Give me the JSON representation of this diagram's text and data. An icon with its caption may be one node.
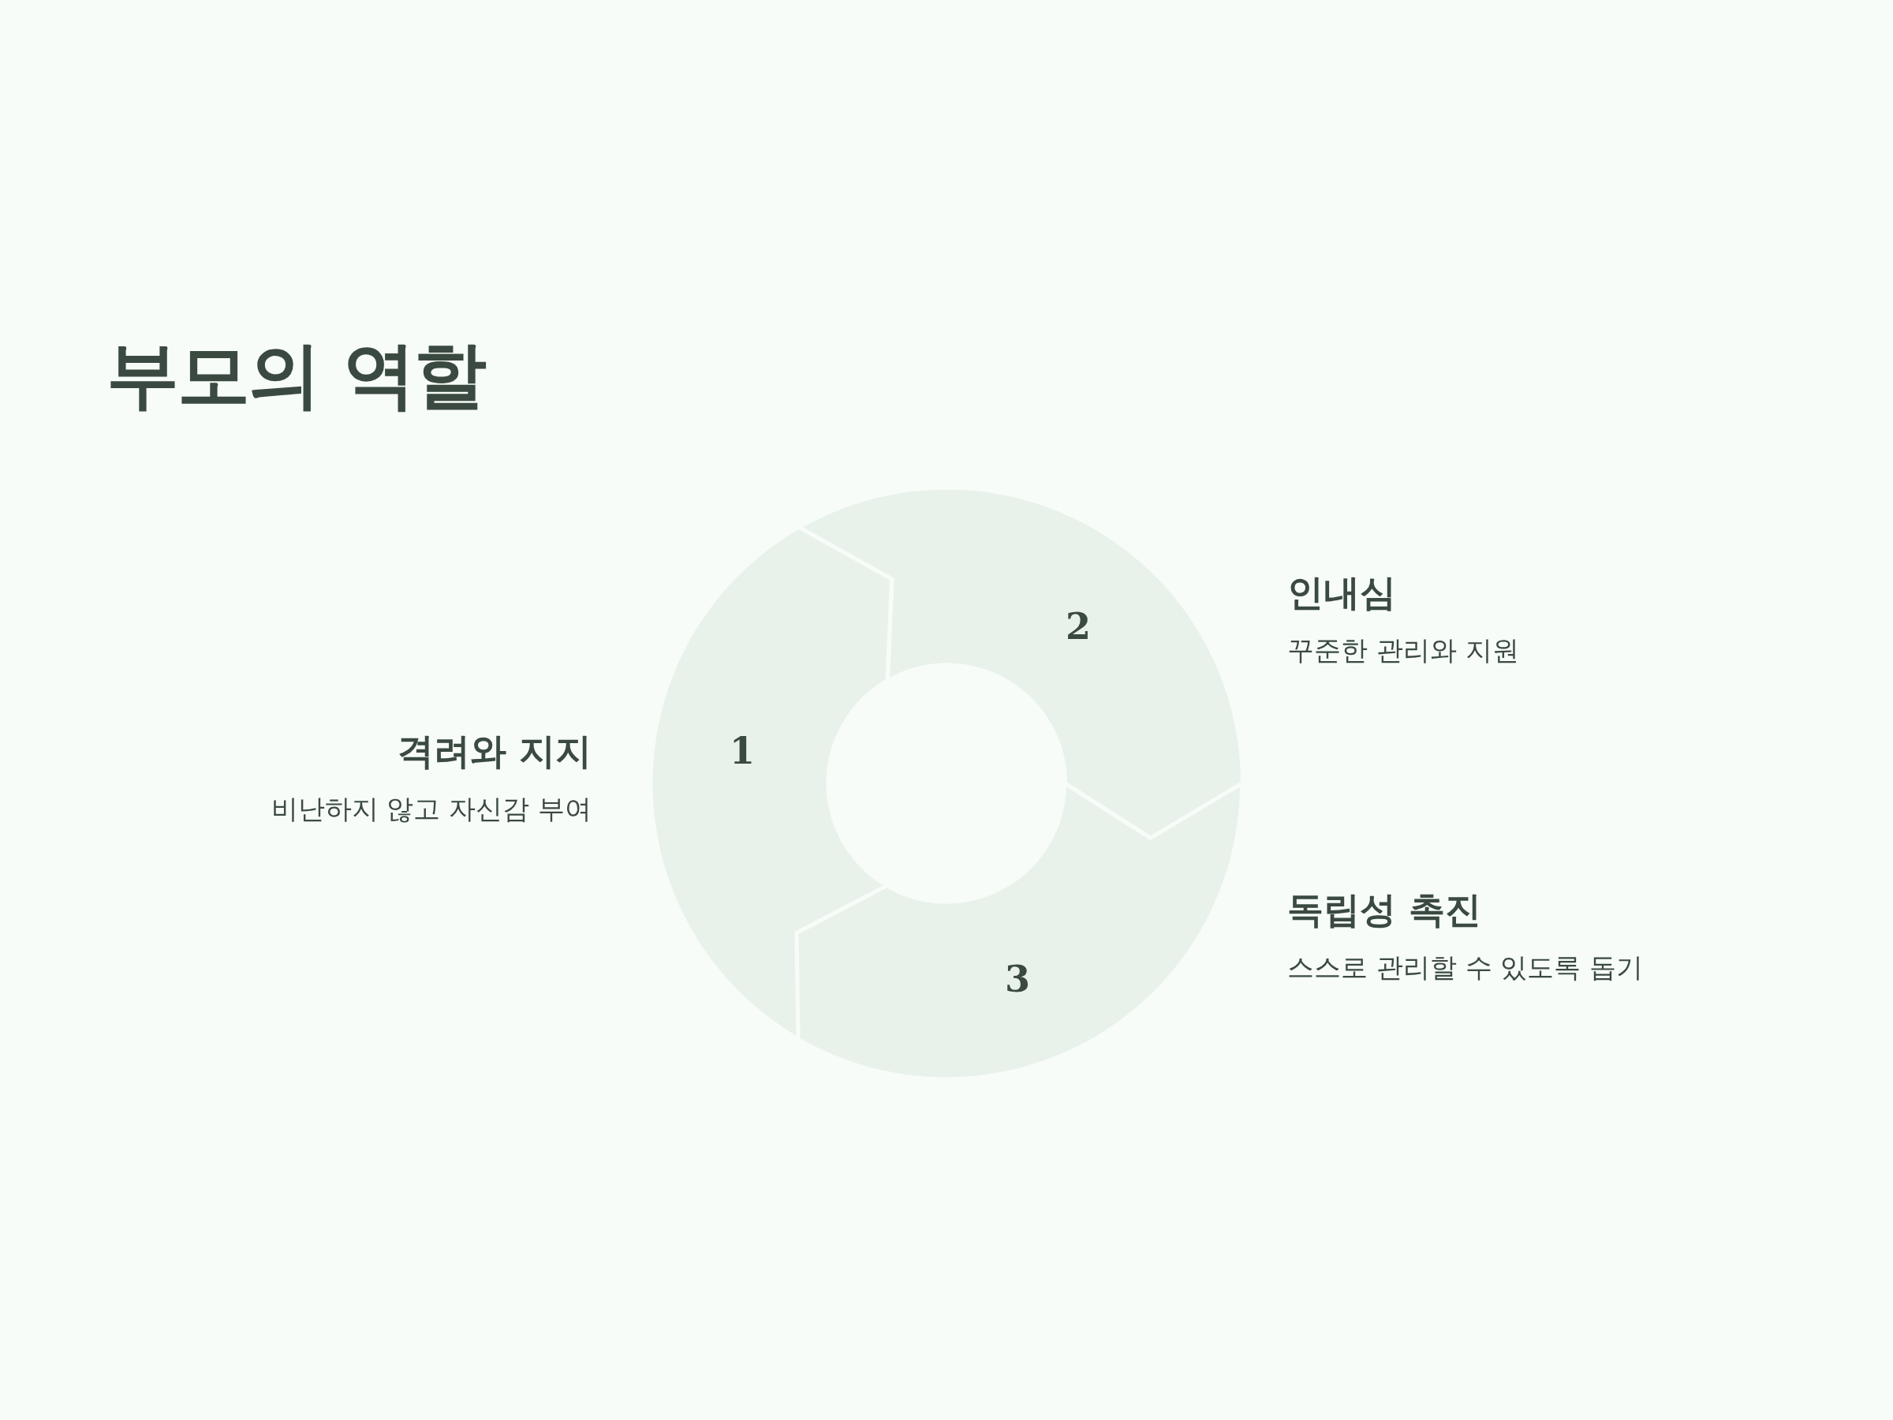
{
  "diagram": {
    "title": "부모의 역할",
    "nodes": [
      {
        "text": [
          "1"
        ],
        "beside": [
          "격려와 지지",
          "비난하지 않고 자신감 부여"
        ]
      },
      {
        "text": [
          "2"
        ],
        "beside": [
          "인내심",
          "꾸준한 관리와 지원"
        ]
      },
      {
        "text": [
          "3"
        ],
        "beside": [
          "독립성 촉진",
          "스스로 관리할 수 있도록 돕기"
        ]
      }
    ]
  }
}
